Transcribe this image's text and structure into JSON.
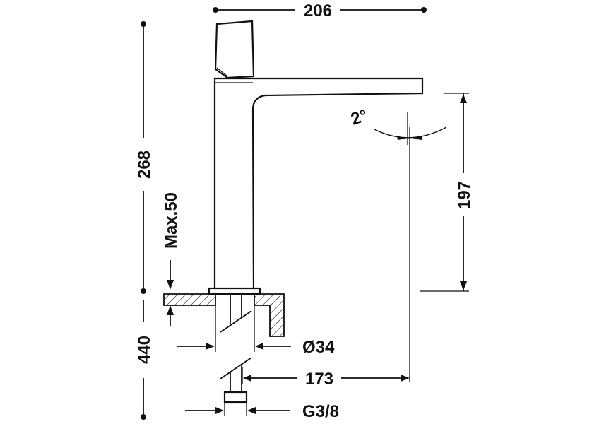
{
  "dimensions": {
    "overall_width": "206",
    "overall_height": "268",
    "spout_height": "197",
    "max_deck": "Max.50",
    "tail_length": "440",
    "hole_diameter": "Ø34",
    "spout_reach": "173",
    "connection": "G3/8",
    "tilt_angle": "2°"
  },
  "colors": {
    "ink": "#111111",
    "background": "#ffffff"
  }
}
